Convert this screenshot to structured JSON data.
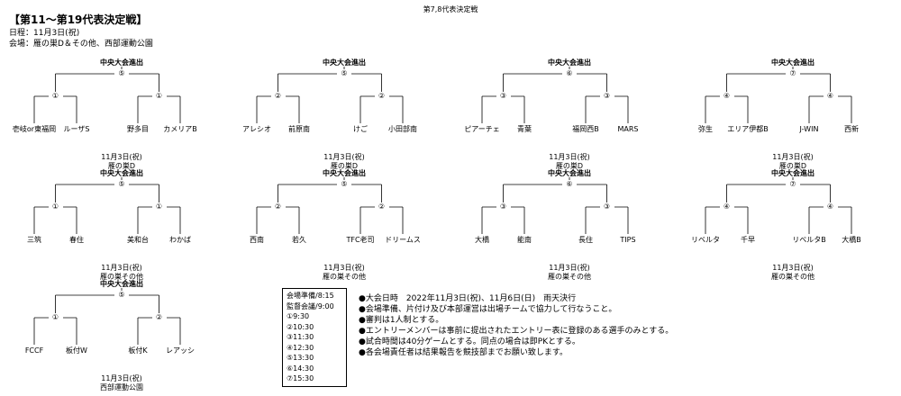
{
  "doc_title": "第7,8代表決定戦",
  "heading": "【第11～第19代表決定戦】",
  "schedule": "日程：11月3日(祝)",
  "venue": "会場：雁の巣D＆その他、西部運動公園",
  "brackets": [
    {
      "title": "中央大会進出",
      "final": "⑤",
      "semis": [
        "①",
        "①"
      ],
      "teams": [
        "壱岐or東福岡",
        "ルーザS",
        "野多目",
        "カメリアB"
      ],
      "date": "11月3日(祝)",
      "location": "雁の巣D"
    },
    {
      "title": "中央大会進出",
      "final": "⑤",
      "semis": [
        "②",
        "②"
      ],
      "teams": [
        "アレシオ",
        "前原南",
        "けご",
        "小田部南"
      ],
      "date": "11月3日(祝)",
      "location": "雁の巣D"
    },
    {
      "title": "中央大会進出",
      "final": "⑥",
      "semis": [
        "③",
        "③"
      ],
      "teams": [
        "ピアーチェ",
        "青葉",
        "福岡西B",
        "MARS"
      ],
      "date": "11月3日(祝)",
      "location": "雁の巣D"
    },
    {
      "title": "中央大会進出",
      "final": "⑦",
      "semis": [
        "④",
        "④"
      ],
      "teams": [
        "弥生",
        "エリア伊都B",
        "J-WIN",
        "西新"
      ],
      "date": "11月3日(祝)",
      "location": "雁の巣D"
    },
    {
      "title": "中央大会進出",
      "final": "⑤",
      "semis": [
        "①",
        "①"
      ],
      "teams": [
        "三筑",
        "春住",
        "美和台",
        "わかば"
      ],
      "date": "11月3日(祝)",
      "location": "雁の巣その他"
    },
    {
      "title": "中央大会進出",
      "final": "⑤",
      "semis": [
        "②",
        "②"
      ],
      "teams": [
        "西南",
        "若久",
        "TFC老司",
        "ドリームス"
      ],
      "date": "11月3日(祝)",
      "location": "雁の巣その他"
    },
    {
      "title": "中央大会進出",
      "final": "⑥",
      "semis": [
        "③",
        "③"
      ],
      "teams": [
        "大橋",
        "能南",
        "長住",
        "TIPS"
      ],
      "date": "11月3日(祝)",
      "location": "雁の巣その他"
    },
    {
      "title": "中央大会進出",
      "final": "⑦",
      "semis": [
        "④",
        "④"
      ],
      "teams": [
        "リベルタ",
        "千早",
        "リベルタB",
        "大橋B"
      ],
      "date": "11月3日(祝)",
      "location": "雁の巣その他"
    },
    {
      "title": "中央大会進出",
      "final": "⑤",
      "semis": [
        "①",
        "②"
      ],
      "teams": [
        "FCCF",
        "板付W",
        "板付K",
        "レアッシ"
      ],
      "date": "11月3日(祝)",
      "location": "西部運動公園"
    }
  ],
  "times": [
    "会場準備/8:15",
    "監督会議/9:00",
    "①9:30",
    "②10:30",
    "③11:30",
    "④12:30",
    "⑤13:30",
    "⑥14:30",
    "⑦15:30"
  ],
  "notes": [
    "●大会日時　2022年11月3日(祝)、11月6日(日)　雨天決行",
    "●会場準備、片付け及び本部運営は出場チームで協力して行なうこと。",
    "●審判は1人制とする。",
    "●エントリーメンバーは事前に提出されたエントリー表に登録のある選手のみとする。",
    "●試合時間は40分ゲームとする。同点の場合は即PKとする。",
    "●各会場責任者は結果報告を競技部までお願い致します。"
  ]
}
